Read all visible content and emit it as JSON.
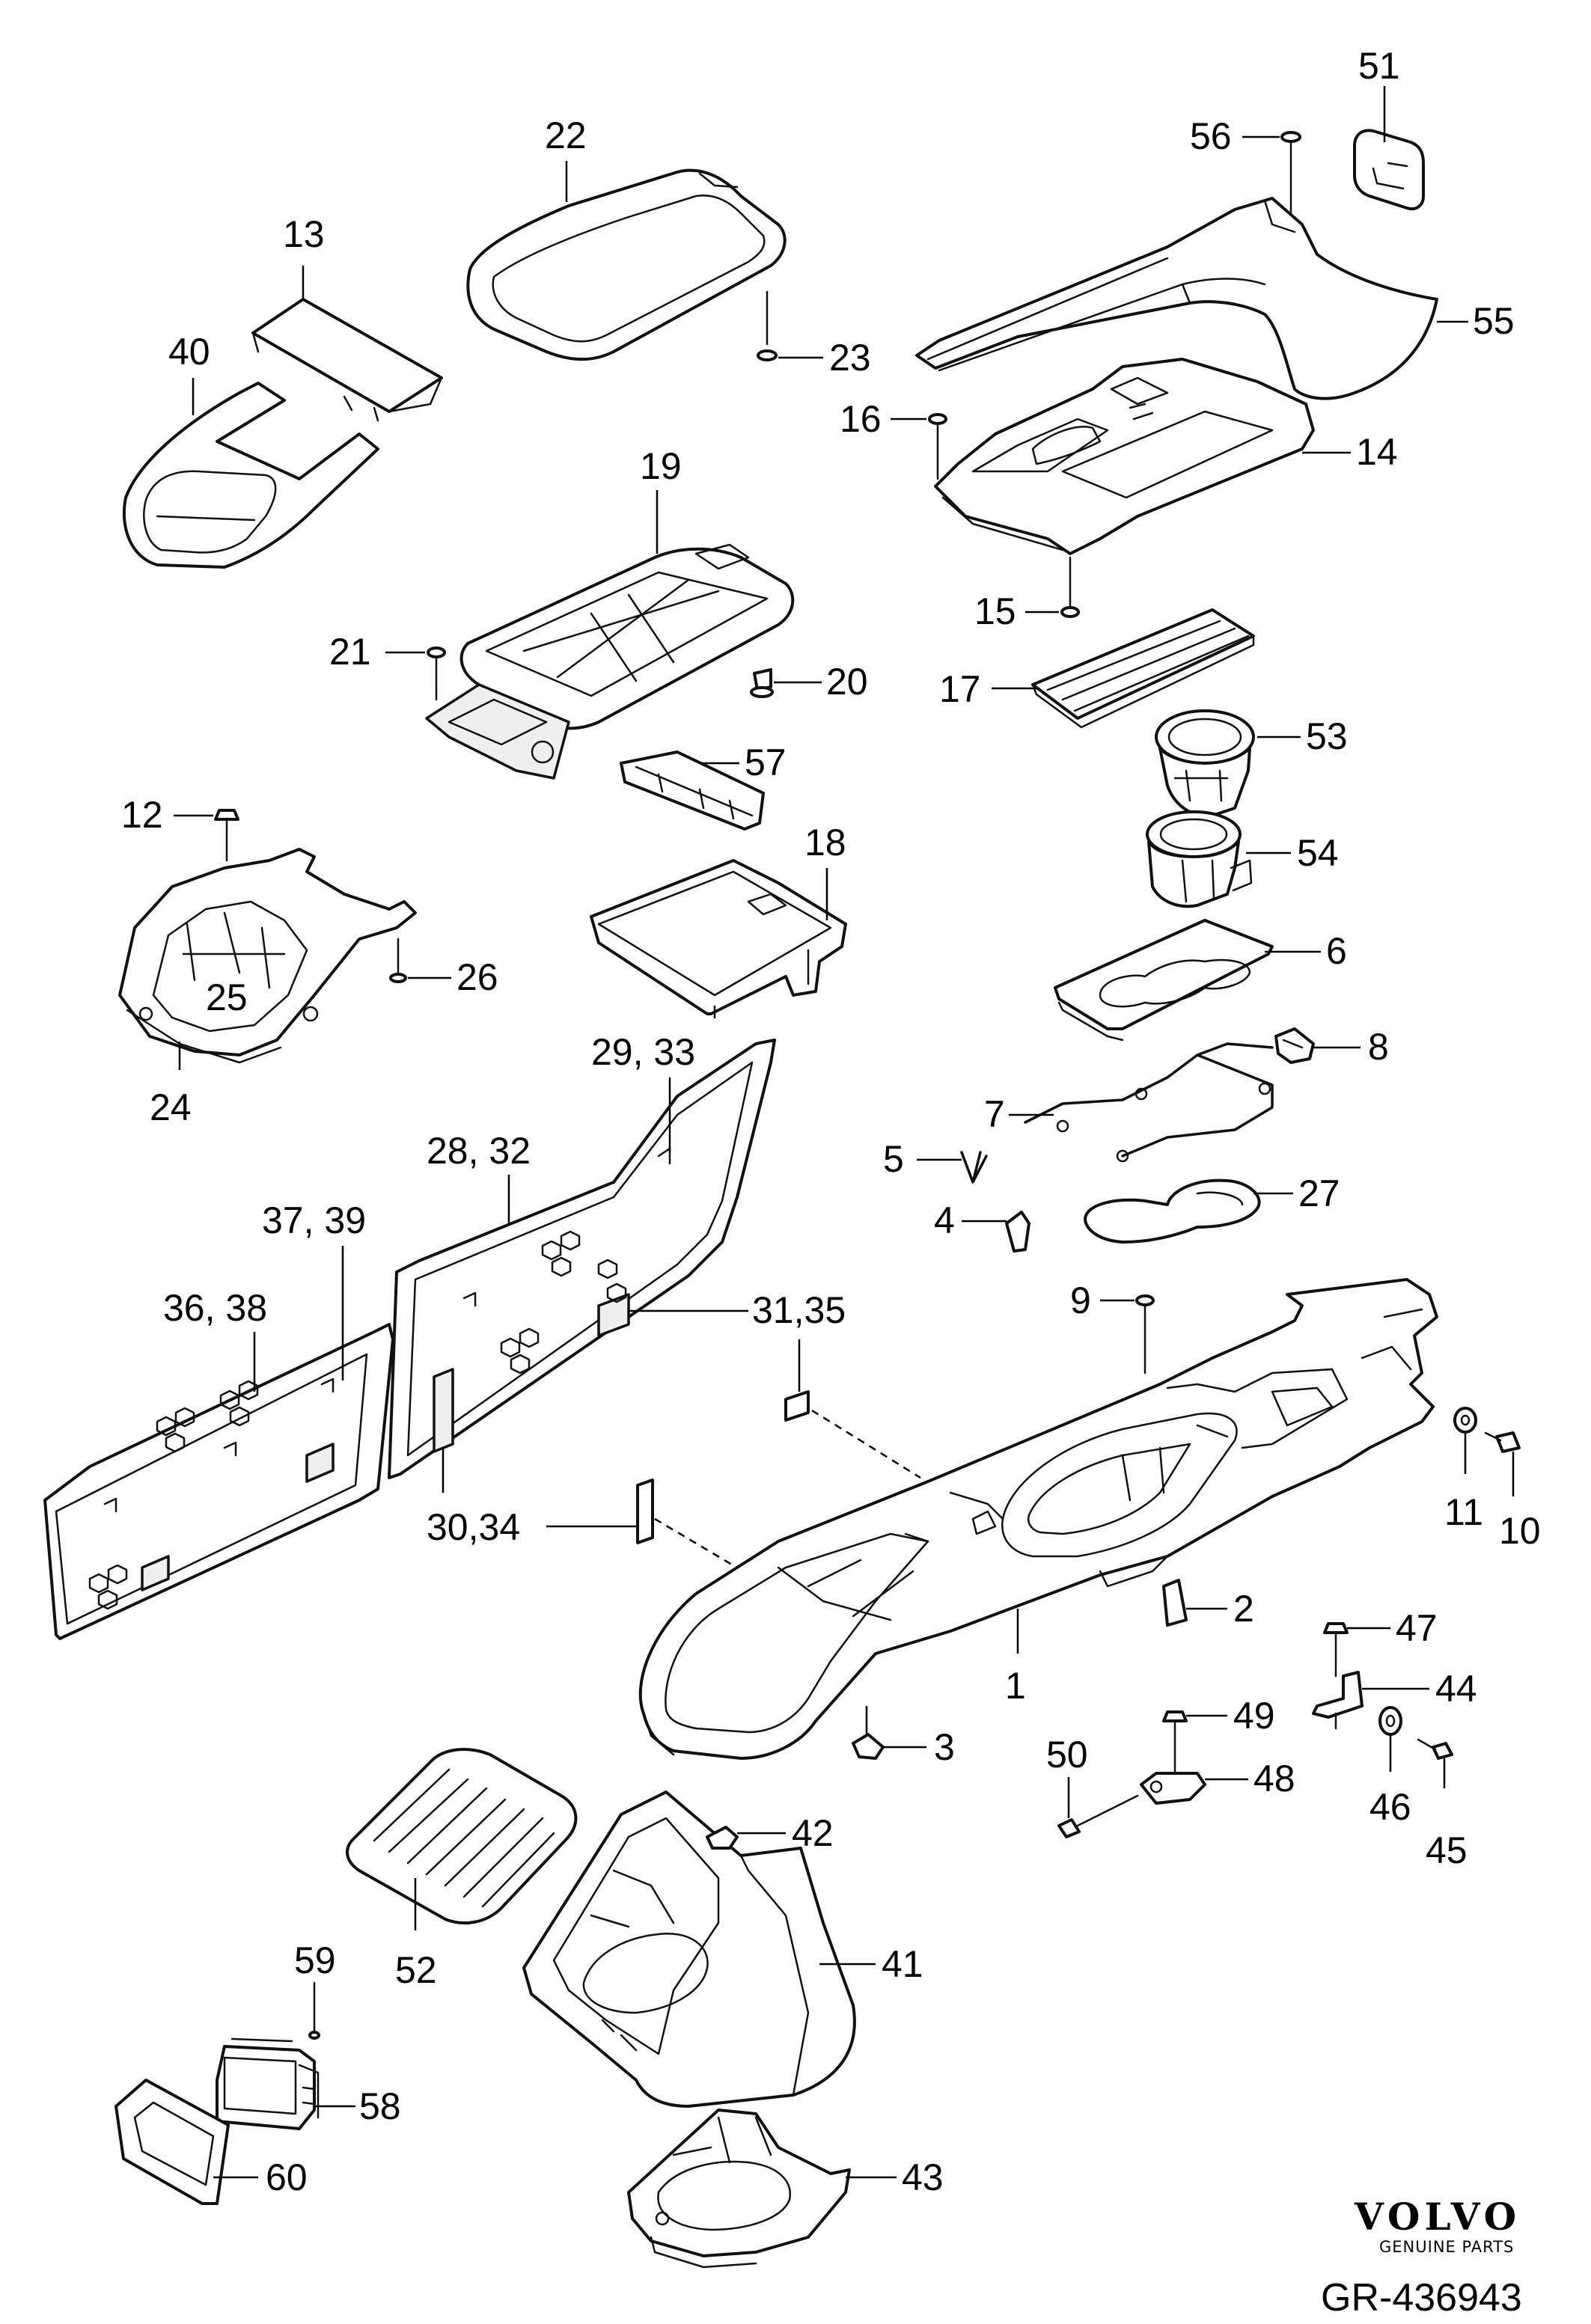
{
  "diagram": {
    "labels": {
      "p1": "1",
      "p2": "2",
      "p3": "3",
      "p4": "4",
      "p5": "5",
      "p6": "6",
      "p7": "7",
      "p8": "8",
      "p9": "9",
      "p10": "10",
      "p11": "11",
      "p12": "12",
      "p13": "13",
      "p14": "14",
      "p15": "15",
      "p16": "16",
      "p17": "17",
      "p18": "18",
      "p19": "19",
      "p20": "20",
      "p21": "21",
      "p22": "22",
      "p23": "23",
      "p24": "24",
      "p25": "25",
      "p26": "26",
      "p27": "27",
      "p28_32": "28, 32",
      "p29_33": "29, 33",
      "p30_34": "30,34",
      "p31_35": "31,35",
      "p36_38": "36, 38",
      "p37_39": "37, 39",
      "p40": "40",
      "p41": "41",
      "p42": "42",
      "p43": "43",
      "p44": "44",
      "p45": "45",
      "p46": "46",
      "p47": "47",
      "p48": "48",
      "p49": "49",
      "p50": "50",
      "p51": "51",
      "p52": "52",
      "p53": "53",
      "p54": "54",
      "p55": "55",
      "p56": "56",
      "p57": "57",
      "p58": "58",
      "p59": "59",
      "p60": "60"
    },
    "brand": {
      "logo_text": "VOLVO",
      "tagline": "GENUINE PARTS",
      "reference": "GR-436943"
    }
  }
}
